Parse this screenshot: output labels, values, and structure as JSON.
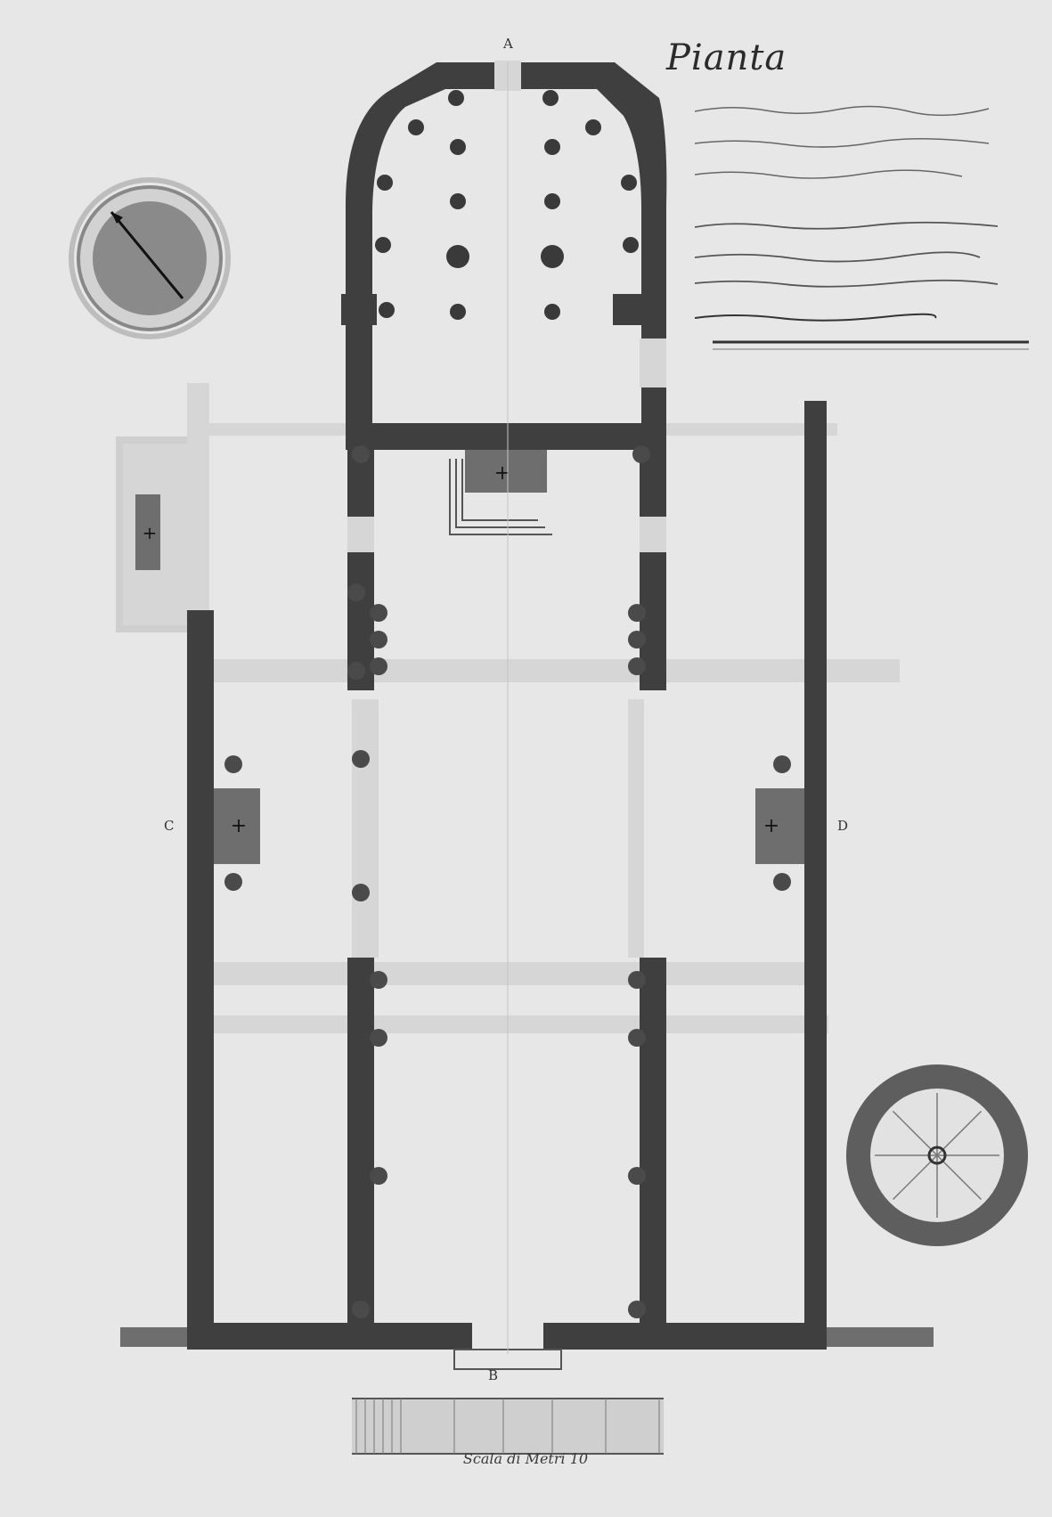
{
  "drawing": {
    "title": "Pianta",
    "scale_label": "Scala di Metri 10",
    "letters": {
      "north": "A",
      "south": "B",
      "west": "C",
      "east": "D"
    }
  },
  "colors": {
    "paper": "#e7e7e7",
    "wall": "#3f3f3f",
    "ink": "#2b2b2b"
  }
}
